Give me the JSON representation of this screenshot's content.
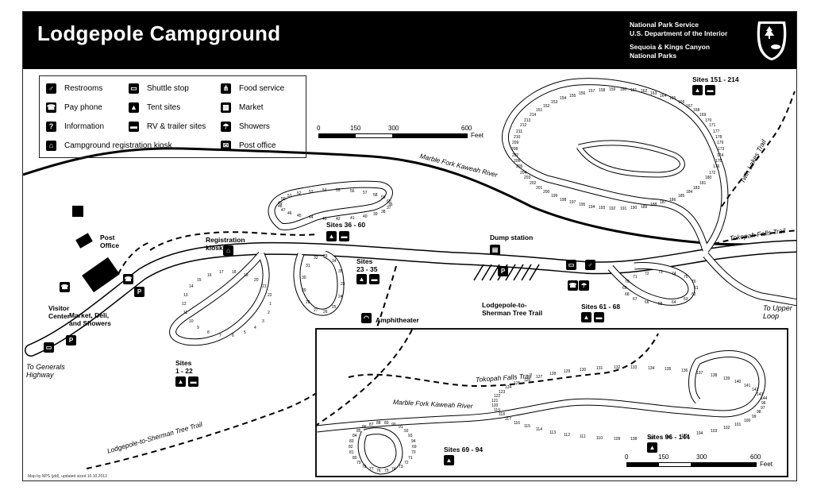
{
  "header": {
    "title": "Lodgepole Campground",
    "agency_line1": "National Park Service",
    "agency_line2": "U.S. Department of the Interior",
    "park_line1": "Sequoia & Kings Canyon",
    "park_line2": "National Parks"
  },
  "legend": {
    "items": [
      {
        "label": "Restrooms",
        "icon": "restroom-icon"
      },
      {
        "label": "Pay phone",
        "icon": "phone-icon"
      },
      {
        "label": "Information",
        "icon": "info-icon"
      },
      {
        "label": "Campground registration kiosk",
        "icon": "kiosk-icon"
      },
      {
        "label": "Shuttle stop",
        "icon": "bus-icon"
      },
      {
        "label": "Tent sites",
        "icon": "tent-icon"
      },
      {
        "label": "RV & trailer sites",
        "icon": "rv-icon"
      },
      {
        "label": "Food service",
        "icon": "food-icon"
      },
      {
        "label": "Market",
        "icon": "market-icon"
      },
      {
        "label": "Showers",
        "icon": "shower-icon"
      },
      {
        "label": "Post office",
        "icon": "mail-icon"
      }
    ]
  },
  "scale_main": {
    "ticks": [
      "0",
      "150",
      "300",
      "600"
    ],
    "unit": "Feet"
  },
  "scale_inset": {
    "ticks": [
      "0",
      "150",
      "300",
      "600"
    ],
    "unit": "Feet"
  },
  "labels": {
    "river": "Marble Fork Kaweah River",
    "river_inset": "Marble Fork Kaweah River",
    "sites_151_214": "Sites 151 - 214",
    "sites_36_60": "Sites 36 - 60",
    "sites_23_35_a": "Sites",
    "sites_23_35_b": "23 - 35",
    "sites_1_22_a": "Sites",
    "sites_1_22_b": "1 - 22",
    "sites_61_68": "Sites 61 - 68",
    "sites_69_94": "Sites 69 - 94",
    "sites_96_144": "Sites 96 - 144",
    "dump_station": "Dump station",
    "registration_kiosk_a": "Registration",
    "registration_kiosk_b": "kiosk",
    "post_office_a": "Post",
    "post_office_b": "Office",
    "visitor_center_a": "Visitor",
    "visitor_center_b": "Center",
    "market_a": "Market, Deli,",
    "market_b": "and Showers",
    "amphitheater": "Amphitheater",
    "trail_sherman_a": "Lodgepole-to-",
    "trail_sherman_b": "Sherman Tree Trail",
    "trail_sherman_long": "Lodgepole-to-Sherman Tree Trail",
    "twin_lakes": "Twin Lakes Trail",
    "tokopah_main": "Tokopah Falls Trail",
    "tokopah_inset": "Tokopah Falls Trail",
    "to_generals_a": "To Generals",
    "to_generals_b": "Highway",
    "to_upper_a": "To Upper",
    "to_upper_b": "Loop",
    "credit": "Map by NPS (jdd), updated sized 10.10.2013"
  },
  "site_numbers": {
    "loop_151_214": [
      "173",
      "174",
      "175",
      "176",
      "172",
      "180",
      "181",
      "183",
      "184",
      "185",
      "186",
      "187",
      "188",
      "189",
      "190",
      "191",
      "192",
      "193",
      "194",
      "195",
      "197",
      "198",
      "199",
      "200",
      "201",
      "202",
      "203",
      "204",
      "205",
      "206",
      "207",
      "208",
      "209",
      "210",
      "211",
      "212",
      "213",
      "214",
      "151",
      "152",
      "153",
      "154",
      "155",
      "156",
      "157",
      "158",
      "159",
      "160",
      "161",
      "162",
      "163",
      "164",
      "165",
      "166",
      "167",
      "168",
      "169",
      "170",
      "171",
      "177",
      "178",
      "179"
    ],
    "loop_36_60": [
      "36",
      "37",
      "38",
      "39",
      "40",
      "41",
      "42",
      "43",
      "44",
      "45",
      "46",
      "47",
      "48",
      "49",
      "50",
      "51",
      "52",
      "53",
      "54",
      "55",
      "56",
      "57",
      "58",
      "59",
      "60"
    ],
    "loop_1_22": [
      "1",
      "2",
      "3",
      "4",
      "5",
      "6",
      "7",
      "8",
      "9",
      "10",
      "11",
      "12",
      "13",
      "14",
      "15",
      "16",
      "17",
      "18",
      "19",
      "20",
      "21",
      "22"
    ],
    "loop_23_35": [
      "23",
      "24",
      "25",
      "26",
      "27",
      "28",
      "29",
      "30",
      "31",
      "32",
      "33",
      "34",
      "35"
    ],
    "loop_61_68": [
      "61",
      "62",
      "63",
      "64",
      "65",
      "66",
      "67",
      "68",
      "69",
      "70",
      "71",
      "72",
      "73",
      "74",
      "75",
      "76"
    ],
    "loop_69_94": [
      "69",
      "70",
      "71",
      "72",
      "73",
      "74",
      "75",
      "76",
      "77",
      "78",
      "79",
      "80",
      "81",
      "82",
      "83",
      "84",
      "85",
      "86",
      "87",
      "88",
      "89",
      "90",
      "91",
      "92",
      "93",
      "94"
    ],
    "loop_96_144": [
      "96",
      "97",
      "98",
      "99",
      "100",
      "101",
      "102",
      "103",
      "104",
      "105",
      "106",
      "107",
      "108",
      "109",
      "110",
      "111",
      "112",
      "113",
      "114",
      "115",
      "116",
      "117",
      "118",
      "119",
      "120",
      "121",
      "122",
      "123",
      "124",
      "125",
      "126",
      "127",
      "128",
      "129",
      "130",
      "131",
      "132",
      "133",
      "134",
      "135",
      "136",
      "137",
      "138",
      "139",
      "140",
      "141",
      "142",
      "143",
      "144"
    ]
  }
}
